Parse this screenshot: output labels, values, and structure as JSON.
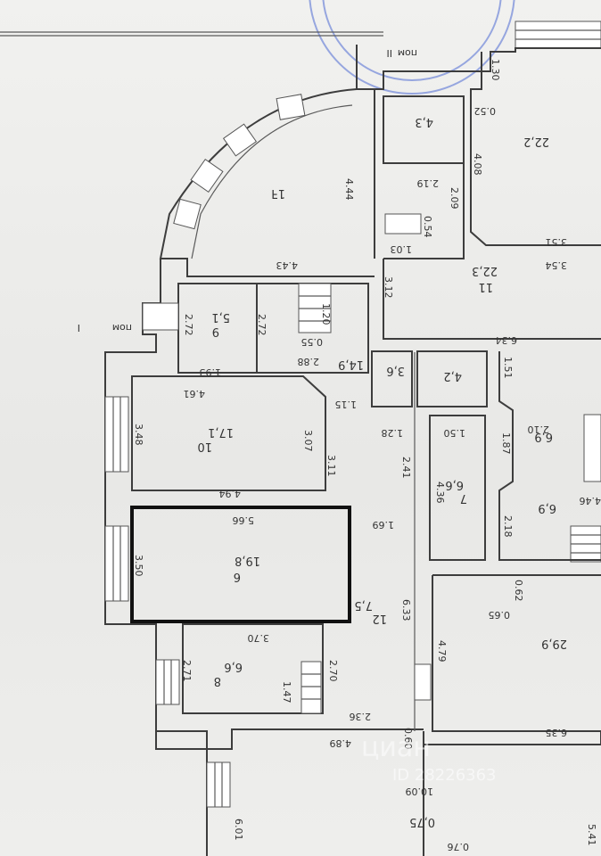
{
  "plan": {
    "labels": {
      "pom_top": "пом",
      "pom_top_num": "II",
      "pom_left": "пом",
      "pom_left_num": "I"
    },
    "rooms": [
      {
        "id": "r-big-arc",
        "area": "1ꟻ"
      },
      {
        "id": "r-top-small",
        "area": "4,3"
      },
      {
        "id": "r-top-right",
        "area": "22,2"
      },
      {
        "id": "r-mid-right",
        "area": "22,3"
      },
      {
        "id": "r-wc-1",
        "area": "5,1"
      },
      {
        "id": "r-corridor-1",
        "area": "14,9"
      },
      {
        "id": "r-tiny-1",
        "area": "3,6"
      },
      {
        "id": "r-tiny-2",
        "area": "4,2"
      },
      {
        "id": "r-room-10",
        "area": "17,1"
      },
      {
        "id": "r-room-9",
        "area": "6,9"
      },
      {
        "id": "r-room-8",
        "area": "6,6"
      },
      {
        "id": "r-room-7",
        "area": "6,9"
      },
      {
        "id": "r-highlight",
        "area": "19,8"
      },
      {
        "id": "r-room-12",
        "area": "7,5"
      },
      {
        "id": "r-room-6",
        "area": "6,6"
      },
      {
        "id": "r-room-big-right",
        "area": "29,9"
      },
      {
        "id": "r-bottom",
        "area": "0,75"
      }
    ],
    "dims": [
      "1.30",
      "0.52",
      "4.08",
      "2.09",
      "0.54",
      "1.03",
      "2.19",
      "3.51",
      "3.54",
      "4.44",
      "4.43",
      "3.12",
      "6.34",
      "2.72",
      "2.72",
      "1.20",
      "0.55",
      "2.88",
      "1.93",
      "4.61",
      "1.15",
      "1.51",
      "1.28",
      "1.50",
      "1.87",
      "2.10",
      "3.48",
      "3.07",
      "3.11",
      "2.41",
      "4.36",
      "4.94",
      "5.66",
      "1.69",
      "2.18",
      "4.46",
      "3.50",
      "0.62",
      "0.65",
      "6.33",
      "3.70",
      "4.79",
      "2.71",
      "2.70",
      "1.47",
      "2.36",
      "6.35",
      "4.89",
      "0.60",
      "10.09",
      "6.01",
      "5.41",
      "0.76"
    ],
    "rooms_numbers": [
      "10",
      "11",
      "12",
      "7",
      "6",
      "8",
      "9"
    ]
  },
  "watermark": {
    "brand": "циан",
    "id_text": "ID 28226363"
  }
}
